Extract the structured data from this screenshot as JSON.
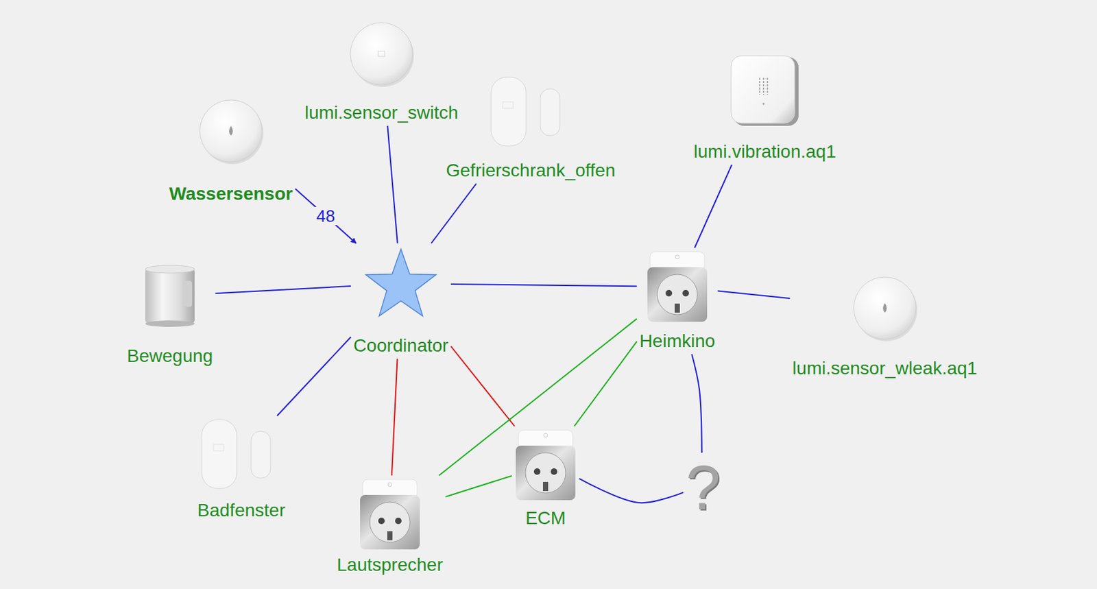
{
  "diagram": {
    "nodes": [
      {
        "text": [
          "lumi.sensor_switch"
        ]
      },
      {
        "text": [
          "Gefrierschrank_offen"
        ]
      },
      {
        "text": [
          "lumi.vibration.aq1"
        ]
      },
      {
        "text": [
          "Wassersensor"
        ]
      },
      {
        "text": [
          "Coordinator"
        ]
      },
      {
        "text": [
          "Bewegung"
        ]
      },
      {
        "text": [
          "Heimkino"
        ]
      },
      {
        "text": [
          "lumi.sensor_wleak.aq1"
        ]
      },
      {
        "text": [
          "Badfenster"
        ]
      },
      {
        "text": [
          "ECM"
        ]
      },
      {
        "text": [
          "?"
        ]
      },
      {
        "text": [
          "Lautsprecher"
        ]
      }
    ],
    "edges": [
      {
        "from": 3,
        "to": 4,
        "arrow": "to",
        "label": "48"
      },
      {
        "from": 0,
        "to": 4,
        "arrow": "none"
      },
      {
        "from": 1,
        "to": 4,
        "arrow": "none"
      },
      {
        "from": 5,
        "to": 4,
        "arrow": "none"
      },
      {
        "from": 8,
        "to": 4,
        "arrow": "none"
      },
      {
        "from": 4,
        "to": 6,
        "arrow": "none"
      },
      {
        "from": 4,
        "to": 11,
        "arrow": "none"
      },
      {
        "from": 4,
        "to": 9,
        "arrow": "none"
      },
      {
        "from": 2,
        "to": 6,
        "arrow": "none"
      },
      {
        "from": 6,
        "to": 7,
        "arrow": "none"
      },
      {
        "from": 6,
        "to": 11,
        "arrow": "none"
      },
      {
        "from": 6,
        "to": 9,
        "arrow": "none"
      },
      {
        "from": 11,
        "to": 9,
        "arrow": "none"
      },
      {
        "from": 6,
        "to": 10,
        "arrow": "none"
      },
      {
        "from": 9,
        "to": 10,
        "arrow": "none"
      }
    ]
  }
}
